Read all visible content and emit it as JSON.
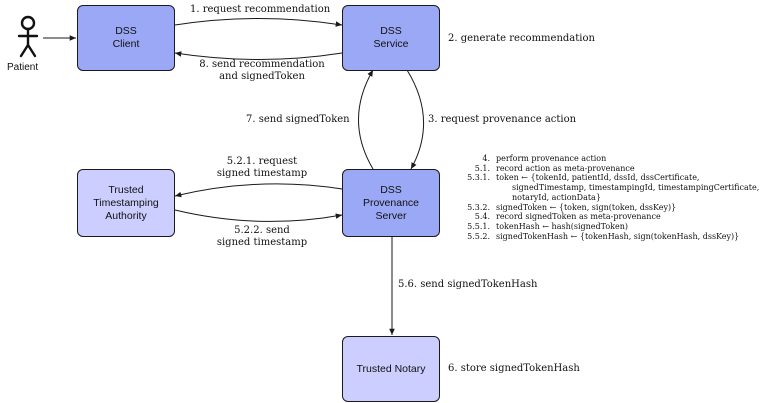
{
  "actors": {
    "patient": "Patient"
  },
  "nodes": {
    "dss_client": [
      "DSS",
      "Client"
    ],
    "dss_service": [
      "DSS",
      "Service"
    ],
    "dss_provenance_server": [
      "DSS",
      "Provenance",
      "Server"
    ],
    "trusted_timestamping_authority": [
      "Trusted",
      "Timestamping",
      "Authority"
    ],
    "trusted_notary": [
      "Trusted Notary"
    ]
  },
  "edges": {
    "request_recommendation": "1.  request recommendation",
    "generate_recommendation": "2.  generate recommendation",
    "request_provenance_action": "3.  request provenance action",
    "send_signed_token": "7.  send signedToken",
    "send_recommendation": [
      "8.  send recommendation",
      "and signedToken"
    ],
    "request_signed_timestamp": [
      "5.2.1.  request",
      "signed timestamp"
    ],
    "send_signed_timestamp": [
      "5.2.2.  send",
      "signed timestamp"
    ],
    "send_signed_token_hash": "5.6.  send signedTokenHash",
    "store_signed_token_hash": "6.  store signedTokenHash"
  },
  "steps": [
    {
      "num": "4.",
      "text": "perform provenance action"
    },
    {
      "num": "5.1.",
      "text": "record action as meta-provenance"
    },
    {
      "num": "5.3.1.",
      "text": "token ← {tokenId, patientId, dssId, dssCertificate,",
      "cont": [
        "signedTimestamp, timestampingId, timestampingCertificate,",
        "notaryId, actionData}"
      ]
    },
    {
      "num": "5.3.2.",
      "text": "signedToken ← {token, sign(token, dssKey)}"
    },
    {
      "num": "5.4.",
      "text": "record signedToken as meta-provenance"
    },
    {
      "num": "5.5.1.",
      "text": "tokenHash ← hash(signedToken)"
    },
    {
      "num": "5.5.2.",
      "text": "signedTokenHash ← {tokenHash, sign(tokenHash, dssKey)}"
    }
  ],
  "colors": {
    "dark_node": "#9aa8f5",
    "light_node": "#ccceff",
    "stroke": "#1a1a1a"
  }
}
